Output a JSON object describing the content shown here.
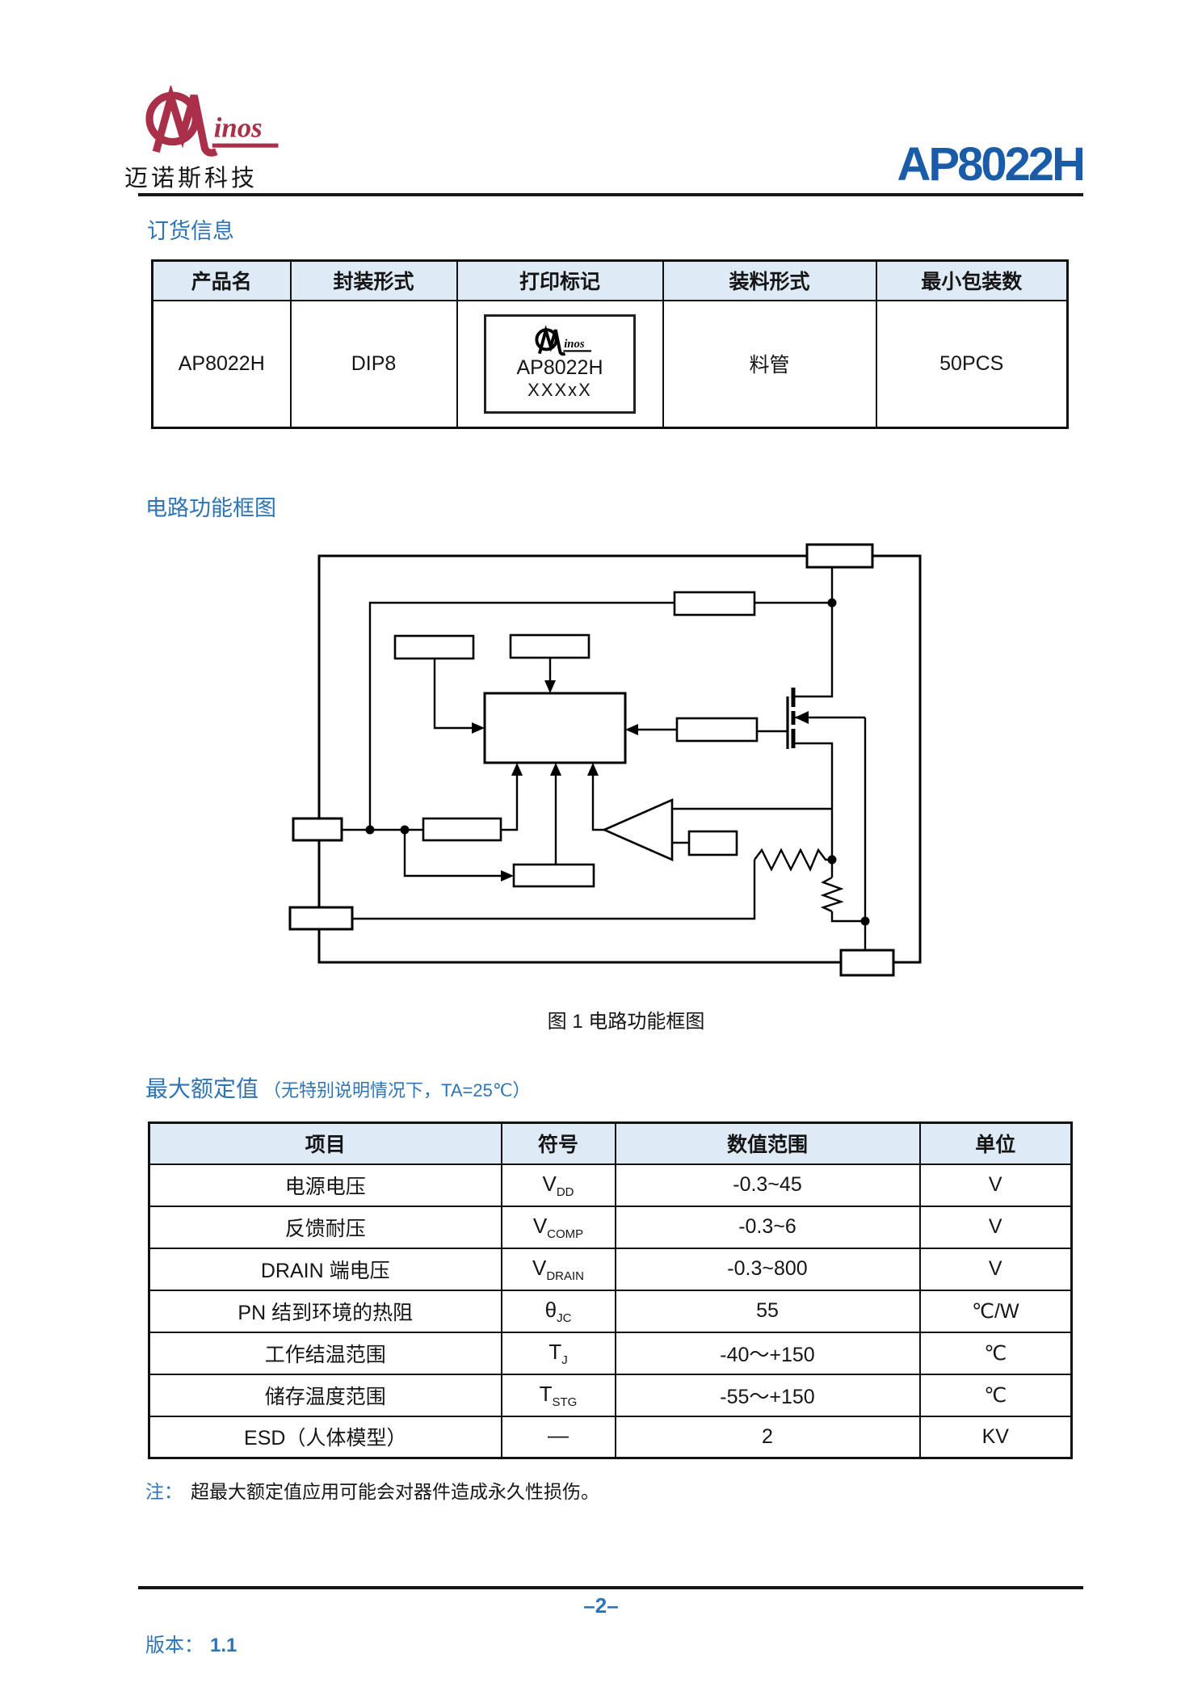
{
  "header": {
    "company_cn": "迈诺斯科技",
    "part_number": "AP8022H",
    "logo_text": "inos"
  },
  "order_info": {
    "heading": "订货信息",
    "columns": [
      "产品名",
      "封装形式",
      "打印标记",
      "装料形式",
      "最小包装数"
    ],
    "row": {
      "product": "AP8022H",
      "package": "DIP8",
      "mark_line1": "AP8022H",
      "mark_line2": "XXXxX",
      "material": "料管",
      "min_package": "50PCS"
    }
  },
  "diagram": {
    "heading": "电路功能框图",
    "caption": "图 1 电路功能框图"
  },
  "ratings": {
    "heading": "最大额定值",
    "heading_note": "（无特别说明情况下，TA=25℃）",
    "columns": [
      "项目",
      "符号",
      "数值范围",
      "单位"
    ],
    "rows": [
      {
        "item": "电源电压",
        "sym": "V",
        "sub": "DD",
        "range": "-0.3~45",
        "unit": "V"
      },
      {
        "item": "反馈耐压",
        "sym": "V",
        "sub": "COMP",
        "range": "-0.3~6",
        "unit": "V"
      },
      {
        "item": "DRAIN 端电压",
        "sym": "V",
        "sub": "DRAIN",
        "range": "-0.3~800",
        "unit": "V"
      },
      {
        "item": "PN 结到环境的热阻",
        "sym": "θ",
        "sub": "JC",
        "range": "55",
        "unit": "℃/W"
      },
      {
        "item": "工作结温范围",
        "sym": "T",
        "sub": "J",
        "range": "-40～+150",
        "unit": "℃"
      },
      {
        "item": "储存温度范围",
        "sym": "T",
        "sub": "STG",
        "range": "-55～+150",
        "unit": "℃"
      },
      {
        "item": "ESD（人体模型）",
        "sym": "—",
        "sub": "",
        "range": "2",
        "unit": "KV"
      }
    ],
    "note_label": "注：",
    "note_text": "超最大额定值应用可能会对器件造成永久性损伤。"
  },
  "footer": {
    "page_number": "–2–",
    "version_label": "版本：",
    "version_value": "1.1"
  },
  "colors": {
    "accent_blue": "#2E74B5",
    "title_blue": "#1A5CA8",
    "logo_red": "#A93048",
    "table_header_bg": "#DEEBF7"
  }
}
